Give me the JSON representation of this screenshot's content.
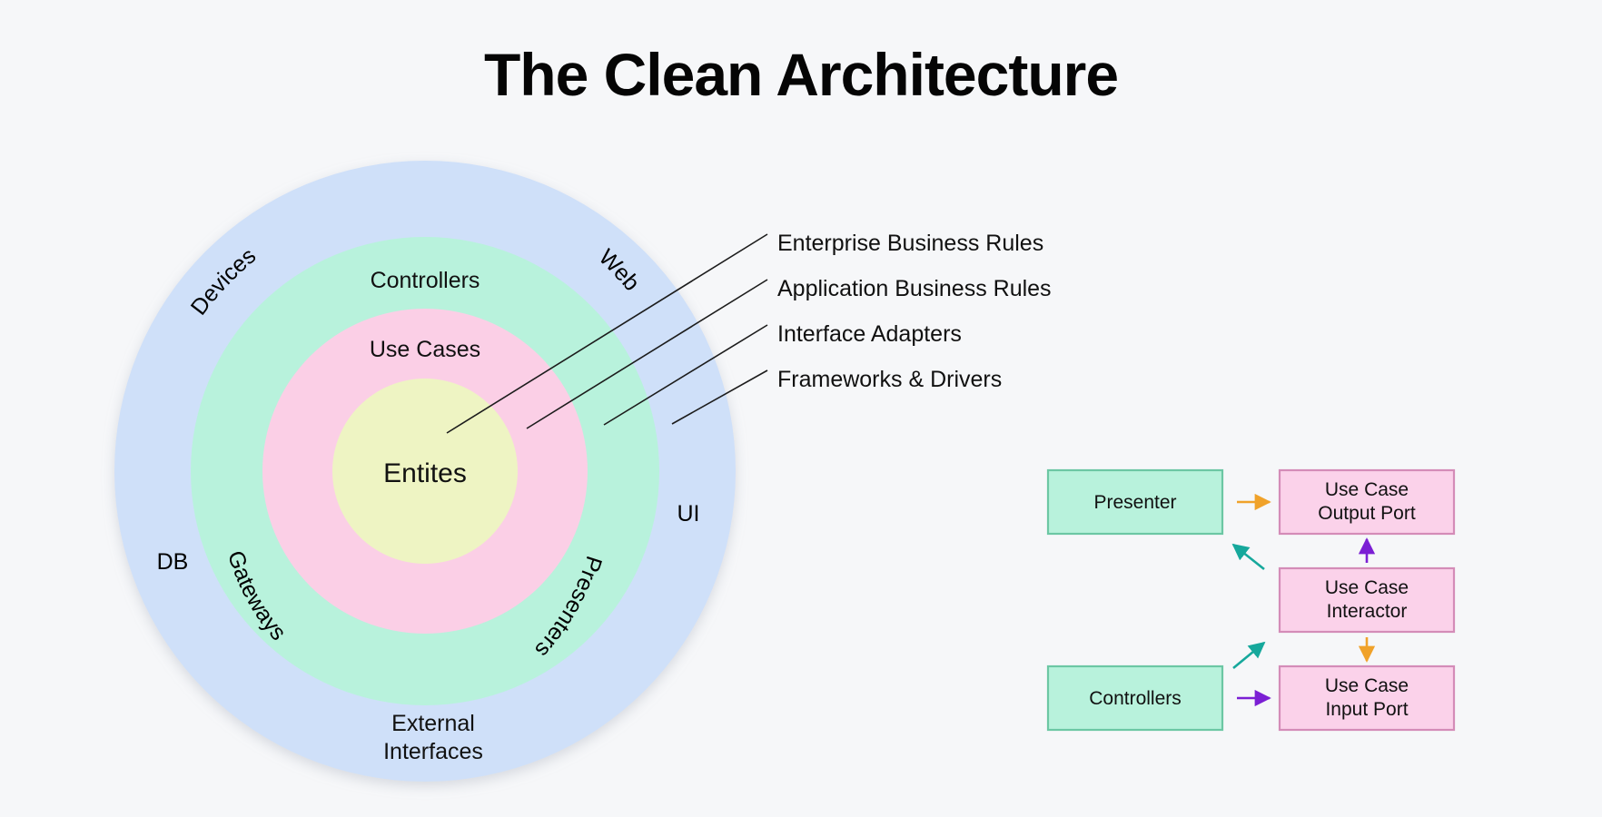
{
  "title": "The Clean Architecture",
  "background": "#f6f7f9",
  "circles": {
    "rings": [
      {
        "key": "frameworks",
        "label_role": "outer",
        "fill": "#cfe0f9",
        "name": "Frameworks & Drivers ring"
      },
      {
        "key": "adapters",
        "label_role": "second",
        "fill": "#b8f2dc",
        "name": "Interface Adapters ring"
      },
      {
        "key": "usecases",
        "label_role": "third",
        "fill": "#fbcfe6",
        "name": "Application Business Rules ring"
      },
      {
        "key": "entities",
        "label_role": "core",
        "fill": "#eef4c3",
        "name": "Enterprise Business Rules core"
      }
    ],
    "core_label": "Entites",
    "ring_labels": {
      "controllers": "Controllers",
      "use_cases": "Use Cases",
      "devices": "Devices",
      "web": "Web",
      "ui": "UI",
      "db": "DB",
      "gateways": "Gateways",
      "presenters": "Presenters",
      "external_interfaces_line1": "External",
      "external_interfaces_line2": "Interfaces"
    }
  },
  "callouts": [
    {
      "label": "Enterprise Business Rules",
      "target_ring": "entities"
    },
    {
      "label": "Application Business Rules",
      "target_ring": "usecases"
    },
    {
      "label": "Interface Adapters",
      "target_ring": "adapters"
    },
    {
      "label": "Frameworks & Drivers",
      "target_ring": "frameworks"
    }
  ],
  "flow_diagram": {
    "boxes": [
      {
        "id": "presenter",
        "label_line1": "Presenter",
        "label_line2": "",
        "fill": "#b8f2dc",
        "stroke": "#6cc7a4"
      },
      {
        "id": "use-case-output-port",
        "label_line1": "Use Case",
        "label_line2": "Output Port",
        "fill": "#fbd2ea",
        "stroke": "#d48cb8"
      },
      {
        "id": "use-case-interactor",
        "label_line1": "Use Case",
        "label_line2": "Interactor",
        "fill": "#fbd2ea",
        "stroke": "#d48cb8"
      },
      {
        "id": "controllers",
        "label_line1": "Controllers",
        "label_line2": "",
        "fill": "#b8f2dc",
        "stroke": "#6cc7a4"
      },
      {
        "id": "use-case-input-port",
        "label_line1": "Use Case",
        "label_line2": "Input Port",
        "fill": "#fbd2ea",
        "stroke": "#d48cb8"
      }
    ],
    "arrows": [
      {
        "id": "presenter-to-output-port",
        "color": "#f0a22a",
        "direction": "right"
      },
      {
        "id": "output-port-up-from-interactor",
        "color": "#7b1fd4",
        "direction": "up"
      },
      {
        "id": "interactor-to-presenter",
        "color": "#16a89c",
        "direction": "up-left"
      },
      {
        "id": "interactor-down-to-input-port",
        "color": "#f0a22a",
        "direction": "down"
      },
      {
        "id": "input-port-to-interactor",
        "color": "#16a89c",
        "direction": "up-right"
      },
      {
        "id": "controllers-to-input-port",
        "color": "#7b1fd4",
        "direction": "right"
      }
    ]
  },
  "colors": {
    "outer_ring": "#cfe0f9",
    "adapters_ring": "#b8f2dc",
    "usecases_ring": "#fbcfe6",
    "entities_core": "#eef4c3",
    "orange_arrow": "#f0a22a",
    "purple_arrow": "#7b1fd4",
    "teal_arrow": "#16a89c",
    "text": "#111111",
    "leader_line": "#1c1c1c"
  }
}
